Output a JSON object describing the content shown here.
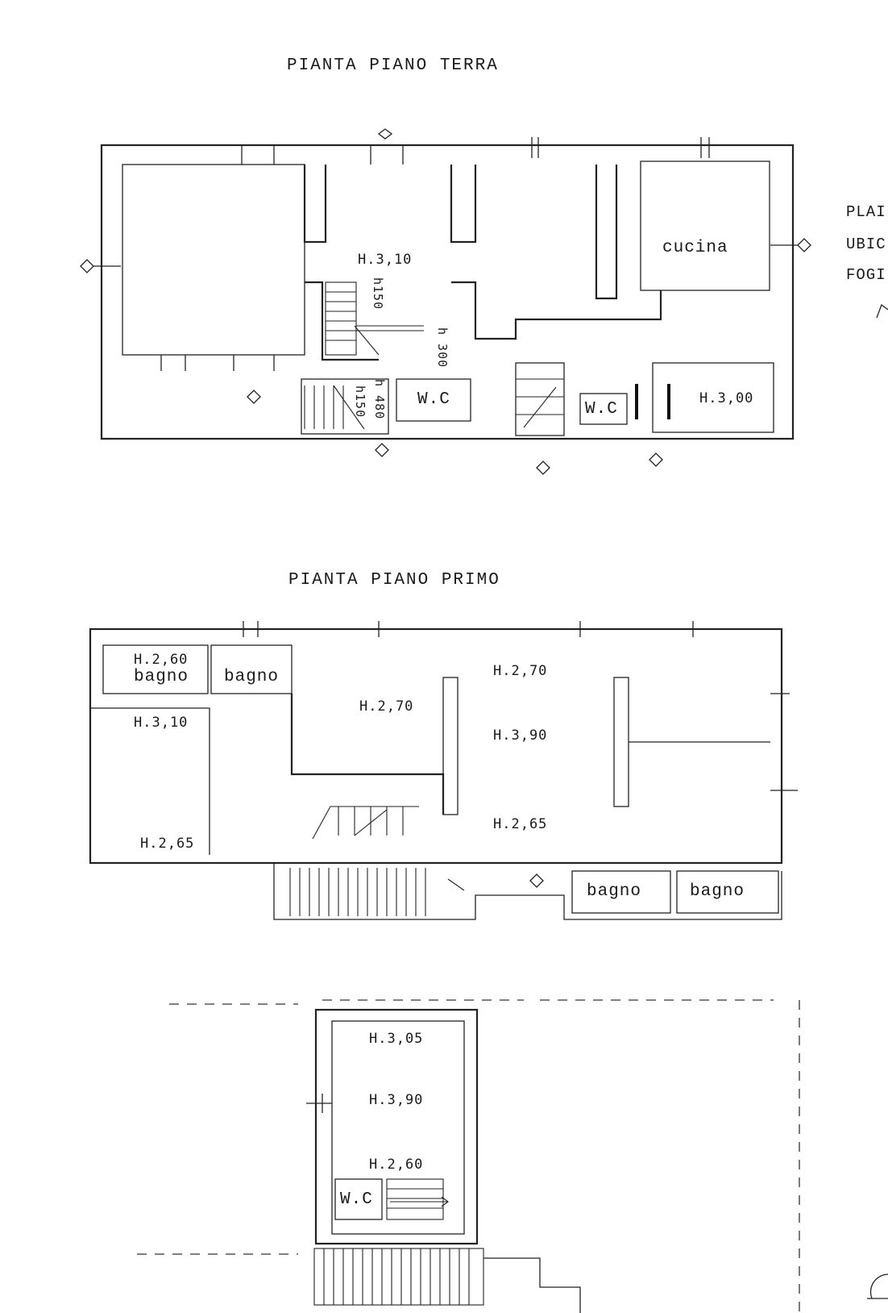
{
  "titles": {
    "ground": "PIANTA PIANO TERRA",
    "first": "PIANTA PIANO PRIMO"
  },
  "ground_floor": {
    "height_main": "H.3,10",
    "cucina": "cucina",
    "h150_a": "h150",
    "h300": "h 300",
    "h150_b": "h150",
    "h480": "h 480",
    "wc_1": "W.C",
    "wc_2": "W.C",
    "height_right": "H.3,00"
  },
  "first_floor": {
    "h260": "H.2,60",
    "bagno_1": "bagno",
    "bagno_2": "bagno",
    "h310": "H.3,10",
    "h270_a": "H.2,70",
    "h270_b": "H.2,70",
    "h390": "H.3,90",
    "h265_a": "H.2,65",
    "h265_b": "H.2,65",
    "bagno_3": "bagno",
    "bagno_4": "bagno"
  },
  "annex": {
    "h305": "H.3,05",
    "h390": "H.3,90",
    "h260": "H.2,60",
    "wc": "W.C"
  },
  "side_text": {
    "line1": "PLAI",
    "line2": "UBIC",
    "line3": "FOGI"
  }
}
